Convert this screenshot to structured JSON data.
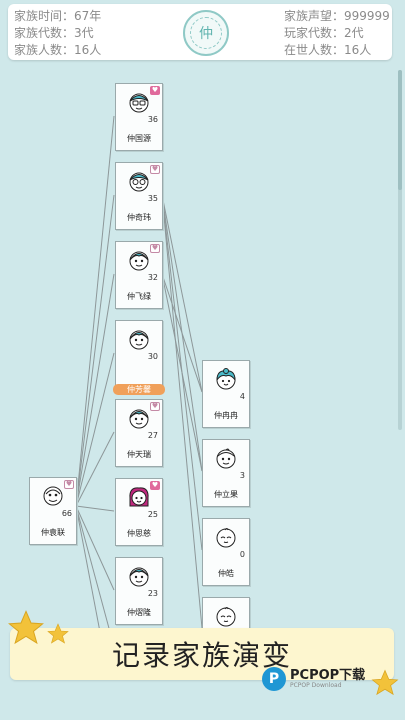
{
  "stats": {
    "family_time": "家族时间：67年",
    "generations": "家族代数：3代",
    "members": "家族人数：16人",
    "reputation": "家族声望：999999",
    "played_generations": "玩家代数：2代",
    "alive": "在世人数：16人"
  },
  "seal_char": "仲",
  "founder": {
    "name": "仲袁联",
    "age": "66"
  },
  "children": [
    {
      "name": "仲国源",
      "age": "36",
      "badge": "pink"
    },
    {
      "name": "仲奇玮",
      "age": "35",
      "badge": "outline"
    },
    {
      "name": "仲飞绿",
      "age": "32",
      "badge": "outline"
    },
    {
      "name": "仲芳馨",
      "age": "30",
      "badge": "",
      "selected": true
    },
    {
      "name": "仲天瑞",
      "age": "27",
      "badge": "outline"
    },
    {
      "name": "仲思慈",
      "age": "25",
      "badge": "pink"
    },
    {
      "name": "仲熠隆",
      "age": "23",
      "badge": ""
    }
  ],
  "grandchildren": [
    {
      "name": "仲冉冉",
      "age": "4"
    },
    {
      "name": "仲立果",
      "age": "3"
    },
    {
      "name": "仲皓",
      "age": "0"
    },
    {
      "name": "",
      "age": ""
    }
  ],
  "banner_text": "记录家族演变",
  "watermark": {
    "main": "PCPOP下载",
    "sub": "PCPOP Download"
  },
  "colors": {
    "background": "#cfe8ea",
    "selected": "#f0a05a",
    "accent": "#8fc9c6"
  }
}
